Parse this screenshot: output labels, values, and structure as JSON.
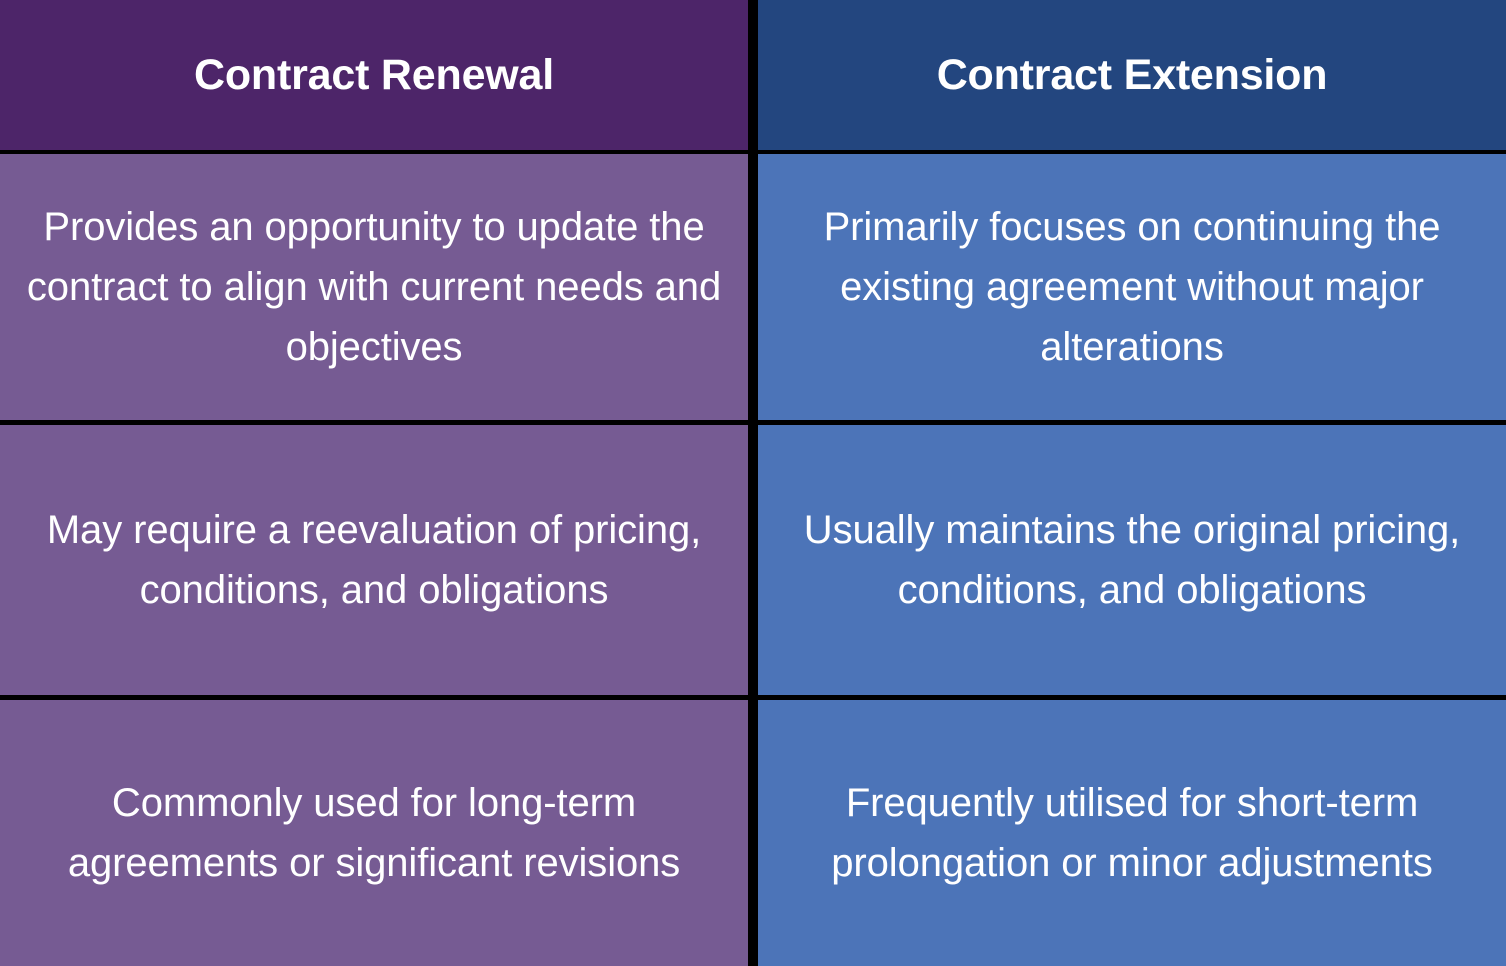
{
  "table": {
    "columns": [
      {
        "key": "renewal",
        "header": "Contract Renewal",
        "header_color": "#4D2569",
        "body_color": "#765B93"
      },
      {
        "key": "extension",
        "header": "Contract Extension",
        "header_color": "#23467F",
        "body_color": "#4C74B8"
      }
    ],
    "divider_color": "#000000",
    "text_color": "#FFFFFF",
    "rows": [
      {
        "renewal": "Provides an opportunity to update the contract to align with current needs and objectives",
        "extension": "Primarily focuses on continuing the existing agreement without major alterations"
      },
      {
        "renewal": "May require a reevaluation of pricing, conditions, and obligations",
        "extension": "Usually maintains the original pricing, conditions, and obligations"
      },
      {
        "renewal": "Commonly used for long-term agreements or significant revisions",
        "extension": "Frequently utilised for short-term prolongation or minor adjustments"
      }
    ]
  }
}
